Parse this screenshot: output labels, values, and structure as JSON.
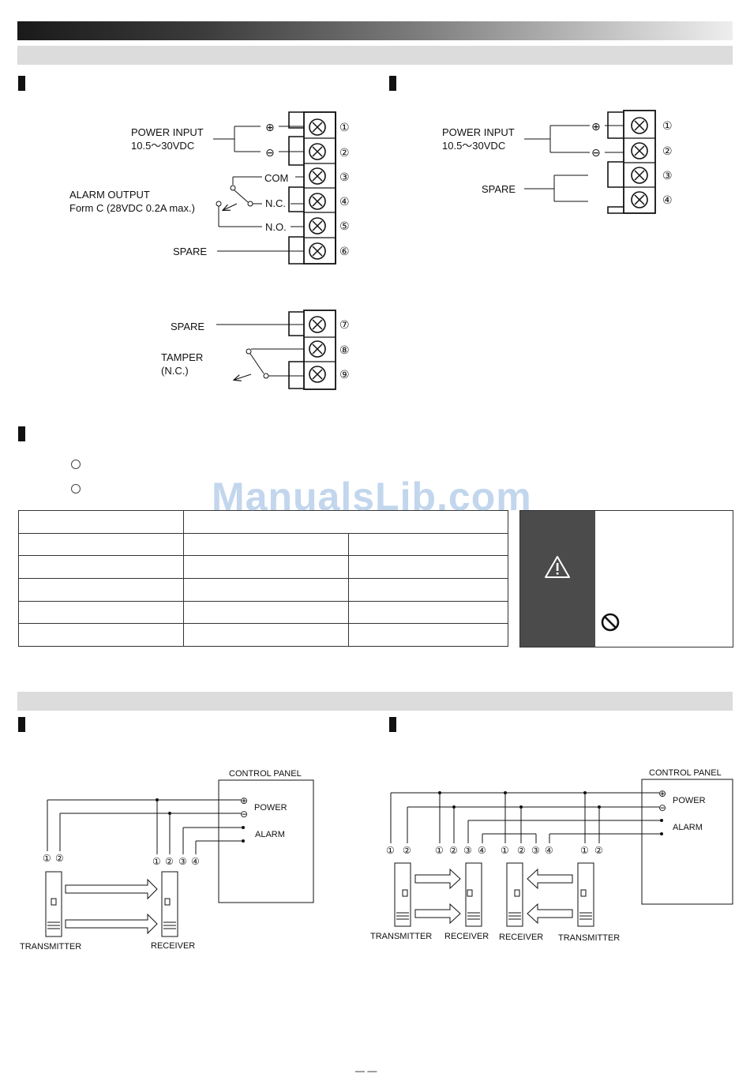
{
  "terminal_6": {
    "power_input_label": "POWER INPUT",
    "power_input_range": "10.5～30VDC",
    "plus": "⊕",
    "minus": "⊖",
    "com": "COM",
    "nc": "N.C.",
    "no": "N.O.",
    "alarm_output_label": "ALARM OUTPUT",
    "alarm_output_spec": "Form C (28VDC 0.2A max.)",
    "spare": "SPARE",
    "numbers": [
      "①",
      "②",
      "③",
      "④",
      "⑤",
      "⑥"
    ]
  },
  "terminal_tamper": {
    "spare": "SPARE",
    "tamper_label": "TAMPER",
    "tamper_type": "(N.C.)",
    "numbers": [
      "⑦",
      "⑧",
      "⑨"
    ]
  },
  "terminal_4": {
    "power_input_label": "POWER INPUT",
    "power_input_range": "10.5～30VDC",
    "plus": "⊕",
    "minus": "⊖",
    "spare": "SPARE",
    "numbers": [
      "①",
      "②",
      "③",
      "④"
    ]
  },
  "watermark": "ManualsLib.com",
  "wiring_single": {
    "control_panel": "CONTROL PANEL",
    "power": "POWER",
    "alarm": "ALARM",
    "plus": "⊕",
    "minus": "⊖",
    "transmitter": "TRANSMITTER",
    "receiver": "RECEIVER",
    "tx_terminals": [
      "①",
      "②"
    ],
    "rx_terminals": [
      "①",
      "②",
      "③",
      "④"
    ]
  },
  "wiring_double": {
    "control_panel": "CONTROL PANEL",
    "power": "POWER",
    "alarm": "ALARM",
    "plus": "⊕",
    "minus": "⊖",
    "transmitter_1": "TRANSMITTER",
    "receiver_1": "RECEIVER",
    "receiver_2": "RECEIVER",
    "transmitter_2": "TRANSMITTER",
    "tx1_terminals": [
      "①",
      "②"
    ],
    "rx1_terminals": [
      "①",
      "②",
      "③",
      "④"
    ],
    "rx2_terminals": [
      "①",
      "②",
      "③",
      "④"
    ],
    "tx2_terminals": [
      "①",
      "②"
    ]
  },
  "page_number": "— —"
}
